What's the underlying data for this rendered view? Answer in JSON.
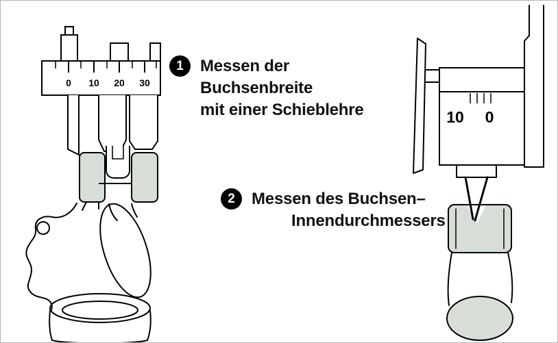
{
  "page": {
    "background": "#ffffff",
    "border_color": "#b6b6b6"
  },
  "colors": {
    "line": "#000000",
    "bushing_fill": "#d7ded8",
    "badge_background": "#000000",
    "badge_text": "#ffffff",
    "text": "#111111"
  },
  "steps": [
    {
      "number": "1",
      "lines": [
        "Messen der",
        "Buchsenbreite",
        "mit einer Schieblehre"
      ]
    },
    {
      "number": "2",
      "lines": [
        "Messen des Buchsen–",
        "Innendurchmessers"
      ]
    }
  ],
  "illustrations": {
    "left_caliper": {
      "scale_ticks": [
        "0",
        "10",
        "20",
        "30"
      ]
    },
    "right_gauge": {
      "scale_ticks": [
        "10",
        "0"
      ]
    }
  }
}
